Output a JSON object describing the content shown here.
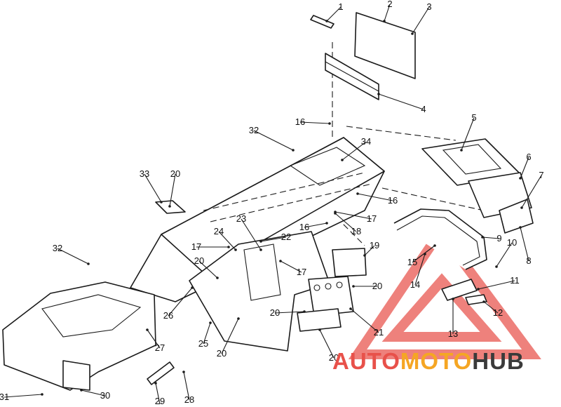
{
  "diagram": {
    "callouts": [
      {
        "id": "c1",
        "label": "1"
      },
      {
        "id": "c2",
        "label": "2"
      },
      {
        "id": "c3",
        "label": "3"
      },
      {
        "id": "c4",
        "label": "4"
      },
      {
        "id": "c5",
        "label": "5"
      },
      {
        "id": "c6",
        "label": "6"
      },
      {
        "id": "c7",
        "label": "7"
      },
      {
        "id": "c8",
        "label": "8"
      },
      {
        "id": "c9",
        "label": "9"
      },
      {
        "id": "c10",
        "label": "10"
      },
      {
        "id": "c11",
        "label": "11"
      },
      {
        "id": "c12",
        "label": "12"
      },
      {
        "id": "c13",
        "label": "13"
      },
      {
        "id": "c14",
        "label": "14"
      },
      {
        "id": "c15",
        "label": "15"
      },
      {
        "id": "c16a",
        "label": "16"
      },
      {
        "id": "c16b",
        "label": "16"
      },
      {
        "id": "c16c",
        "label": "16"
      },
      {
        "id": "c17a",
        "label": "17"
      },
      {
        "id": "c17b",
        "label": "17"
      },
      {
        "id": "c17c",
        "label": "17"
      },
      {
        "id": "c18",
        "label": "18"
      },
      {
        "id": "c19",
        "label": "19"
      },
      {
        "id": "c20a",
        "label": "20"
      },
      {
        "id": "c20b",
        "label": "20"
      },
      {
        "id": "c20c",
        "label": "20"
      },
      {
        "id": "c20d",
        "label": "20"
      },
      {
        "id": "c20e",
        "label": "20"
      },
      {
        "id": "c20f",
        "label": "20"
      },
      {
        "id": "c21",
        "label": "21"
      },
      {
        "id": "c22",
        "label": "22"
      },
      {
        "id": "c23",
        "label": "23"
      },
      {
        "id": "c24",
        "label": "24"
      },
      {
        "id": "c25",
        "label": "25"
      },
      {
        "id": "c26",
        "label": "26"
      },
      {
        "id": "c27",
        "label": "27"
      },
      {
        "id": "c28",
        "label": "28"
      },
      {
        "id": "c29",
        "label": "29"
      },
      {
        "id": "c30",
        "label": "30"
      },
      {
        "id": "c31",
        "label": "31"
      },
      {
        "id": "c32a",
        "label": "32"
      },
      {
        "id": "c32b",
        "label": "32"
      },
      {
        "id": "c33",
        "label": "33"
      },
      {
        "id": "c34",
        "label": "34"
      }
    ]
  },
  "watermark": {
    "part1": "AUTO",
    "part2": "MOTO",
    "part3": "HUB",
    "color_primary": "#e8514a",
    "color_secondary": "#f5a623",
    "color_dark": "#3a3a3a"
  }
}
